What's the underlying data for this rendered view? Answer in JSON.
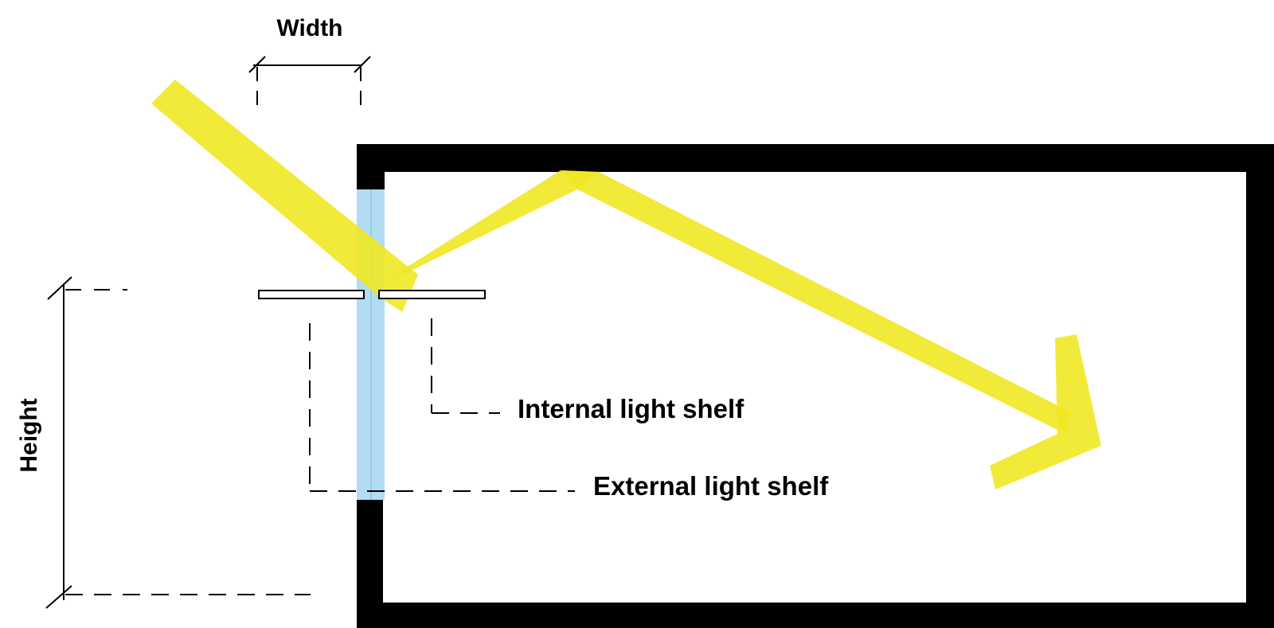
{
  "labels": {
    "width": "Width",
    "height": "Height",
    "internal_shelf": "Internal light shelf",
    "external_shelf": "External light shelf"
  },
  "colors": {
    "wall": "#000000",
    "glass": "#a8d8f0",
    "light_ray": "#f0e823",
    "shelf_fill": "#ffffff",
    "shelf_stroke": "#000000"
  }
}
